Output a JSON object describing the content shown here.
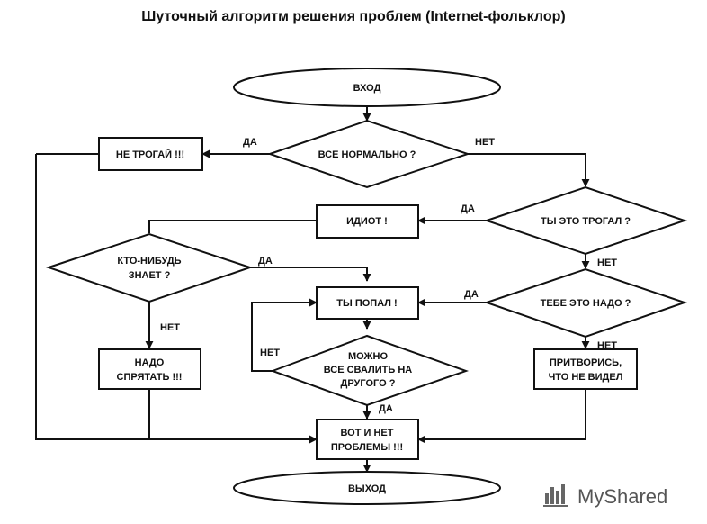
{
  "title": "Шуточный алгоритм решения проблем (Internet-фольклор)",
  "nodes": {
    "start": "ВХОД",
    "q_ok": "ВСЕ НОРМАЛЬНО ?",
    "dont_touch": "НЕ ТРОГАЙ !!!",
    "q_touched": "ТЫ ЭТО ТРОГАЛ ?",
    "idiot": "ИДИОТ !",
    "q_knows": [
      "КТО-НИБУДЬ",
      "ЗНАЕТ ?"
    ],
    "hide": [
      "НАДО",
      "СПРЯТАТЬ !!!"
    ],
    "in_trouble": "ТЫ ПОПАЛ !",
    "q_need": "ТЕБЕ ЭТО НАДО ?",
    "pretend": [
      "ПРИТВОРИСЬ,",
      "ЧТО НЕ ВИДЕЛ"
    ],
    "q_blame": [
      "МОЖНО",
      "ВСЕ СВАЛИТЬ НА",
      "ДРУГОГО ?"
    ],
    "no_problem": [
      "ВОТ И НЕТ",
      "ПРОБЛЕМЫ !!!"
    ],
    "end": "ВЫХОД"
  },
  "labels": {
    "yes": "ДА",
    "no": "НЕТ"
  },
  "watermark": "MyShared"
}
